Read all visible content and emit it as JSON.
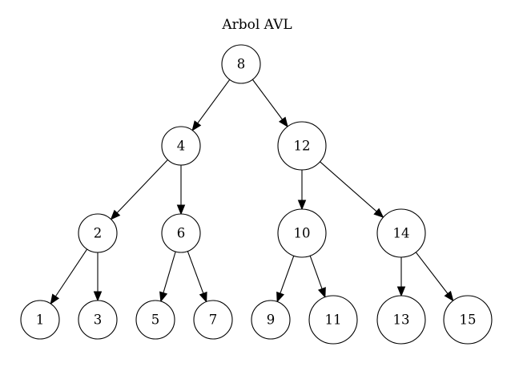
{
  "diagram": {
    "title": "Arbol AVL",
    "nodes": [
      {
        "id": "n8",
        "label": "8"
      },
      {
        "id": "n4",
        "label": "4"
      },
      {
        "id": "n12",
        "label": "12"
      },
      {
        "id": "n2",
        "label": "2"
      },
      {
        "id": "n6",
        "label": "6"
      },
      {
        "id": "n10",
        "label": "10"
      },
      {
        "id": "n14",
        "label": "14"
      },
      {
        "id": "n1",
        "label": "1"
      },
      {
        "id": "n3",
        "label": "3"
      },
      {
        "id": "n5",
        "label": "5"
      },
      {
        "id": "n7",
        "label": "7"
      },
      {
        "id": "n9",
        "label": "9"
      },
      {
        "id": "n11",
        "label": "11"
      },
      {
        "id": "n13",
        "label": "13"
      },
      {
        "id": "n15",
        "label": "15"
      }
    ],
    "edges": [
      {
        "from": "n8",
        "to": "n4"
      },
      {
        "from": "n8",
        "to": "n12"
      },
      {
        "from": "n4",
        "to": "n2"
      },
      {
        "from": "n4",
        "to": "n6"
      },
      {
        "from": "n12",
        "to": "n10"
      },
      {
        "from": "n12",
        "to": "n14"
      },
      {
        "from": "n2",
        "to": "n1"
      },
      {
        "from": "n2",
        "to": "n3"
      },
      {
        "from": "n6",
        "to": "n5"
      },
      {
        "from": "n6",
        "to": "n7"
      },
      {
        "from": "n10",
        "to": "n9"
      },
      {
        "from": "n10",
        "to": "n11"
      },
      {
        "from": "n14",
        "to": "n13"
      },
      {
        "from": "n14",
        "to": "n15"
      }
    ]
  }
}
